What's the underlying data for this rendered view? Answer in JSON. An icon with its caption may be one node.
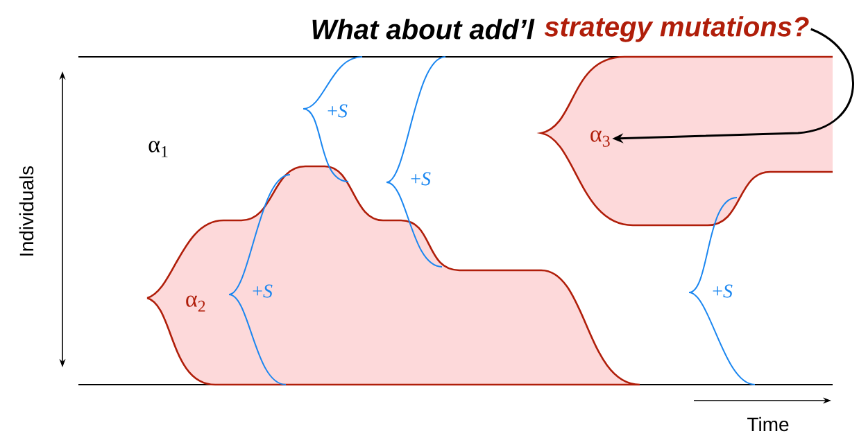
{
  "diagram": {
    "title": "What about add’l",
    "nodes": [
      {
        "text": [
          "strategy mutations?"
        ]
      },
      {
        "text": [
          "α$_{3}$"
        ]
      },
      {
        "text": [
          "α$_{2}$"
        ]
      }
    ],
    "edges": [
      {
        "from": 0,
        "to": 1,
        "arrow": "to"
      }
    ],
    "labels": [
      "+*S*",
      "α$_{1}$",
      "+*S*",
      "+*S*",
      "+*S*",
      "Individuals",
      "Time"
    ]
  }
}
